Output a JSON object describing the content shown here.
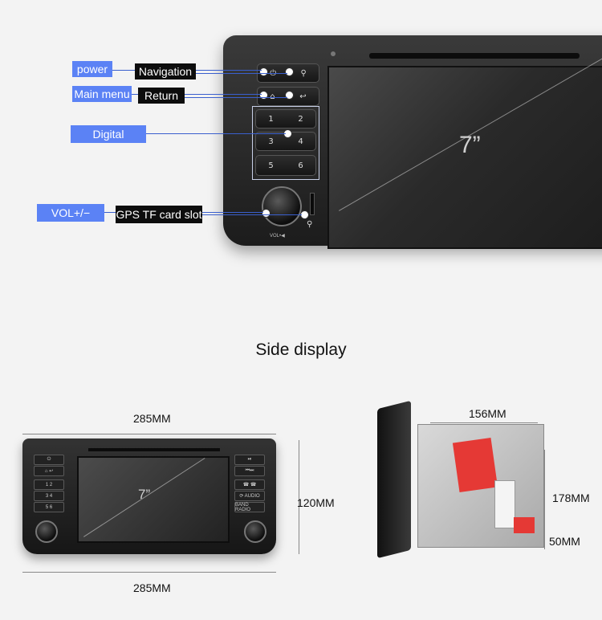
{
  "callouts": {
    "power": "power",
    "navigation": "Navigation",
    "main_menu": "Main menu",
    "return": "Return",
    "digital": "Digital",
    "vol": "VOL+/−",
    "gps": "GPS TF card slot"
  },
  "top_unit": {
    "screen_size": "7”",
    "digits": [
      "1",
      "2",
      "3",
      "4",
      "5",
      "6"
    ],
    "vol_mark": "VOL•◀"
  },
  "section_title": "Side display",
  "front_view": {
    "screen_size": "7”",
    "width_top": "285MM",
    "width_bottom": "285MM",
    "height": "120MM",
    "left_keys": [
      "⏻",
      "⌂ ↩",
      "1  2",
      "3  4",
      "5  6"
    ],
    "right_keys": [
      "⏯",
      "⏮⏭",
      "☎  ☎",
      "⟳ AUDIO",
      "BAND RADIO"
    ]
  },
  "side_view": {
    "width": "156MM",
    "height": "178MM",
    "depth": "50MM"
  },
  "colors": {
    "callout_blue": "#5b82f5",
    "callout_black": "#0d0d0d",
    "accent_red": "#e53935"
  }
}
